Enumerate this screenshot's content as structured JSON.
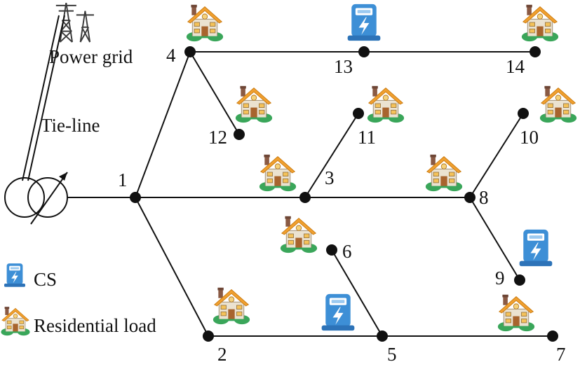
{
  "labels": {
    "power_grid": "Power grid",
    "tie_line": "Tie-line",
    "legend_cs": "CS",
    "legend_residential": "Residential load"
  },
  "nodes": [
    {
      "id": "1"
    },
    {
      "id": "2"
    },
    {
      "id": "3"
    },
    {
      "id": "4"
    },
    {
      "id": "5"
    },
    {
      "id": "6"
    },
    {
      "id": "7"
    },
    {
      "id": "8"
    },
    {
      "id": "9"
    },
    {
      "id": "10"
    },
    {
      "id": "11"
    },
    {
      "id": "12"
    },
    {
      "id": "13"
    },
    {
      "id": "14"
    }
  ],
  "edges": [
    [
      "1",
      "4"
    ],
    [
      "4",
      "13"
    ],
    [
      "13",
      "14"
    ],
    [
      "4",
      "12"
    ],
    [
      "1",
      "3"
    ],
    [
      "3",
      "11"
    ],
    [
      "3",
      "8"
    ],
    [
      "8",
      "10"
    ],
    [
      "8",
      "9"
    ],
    [
      "1",
      "2"
    ],
    [
      "2",
      "5"
    ],
    [
      "5",
      "7"
    ],
    [
      "5",
      "6"
    ]
  ],
  "attachments": {
    "charging_stations": [
      "13",
      "5",
      "9"
    ],
    "residential_loads": [
      "4",
      "14",
      "12",
      "11",
      "10",
      "3",
      "8",
      "6",
      "2",
      "7"
    ]
  },
  "icons": {
    "power_grid": "transmission-tower-icon",
    "transformer": "transformer-icon",
    "charging_station": "charging-station-icon",
    "house": "house-icon"
  },
  "colors": {
    "line": "#111111",
    "cs_blue": "#3d8fd6",
    "house_roof": "#f0a030",
    "house_wall": "#e9e0cf",
    "grass": "#3aa65a"
  }
}
